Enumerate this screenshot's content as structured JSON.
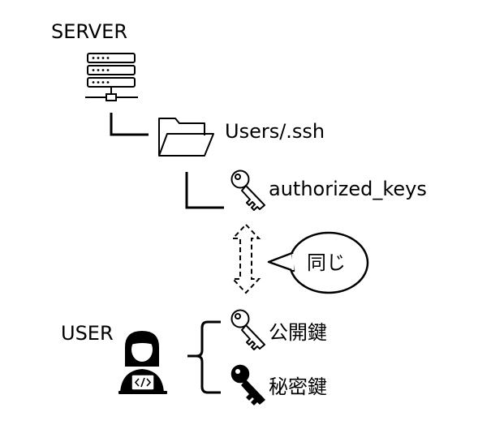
{
  "server": {
    "label": "SERVER",
    "icon": "server-icon"
  },
  "folder": {
    "label": "Users/.ssh",
    "icon": "folder-icon"
  },
  "authorized_keys": {
    "label": "authorized_keys",
    "icon": "key-outline-icon"
  },
  "comparison": {
    "bubble_text": "同じ",
    "arrow": "dashed-double-arrow"
  },
  "user": {
    "label": "USER",
    "icon": "developer-laptop-icon"
  },
  "keys": {
    "public": {
      "label": "公開鍵",
      "icon": "key-outline-icon"
    },
    "private": {
      "label": "秘密鍵",
      "icon": "key-filled-icon"
    }
  }
}
